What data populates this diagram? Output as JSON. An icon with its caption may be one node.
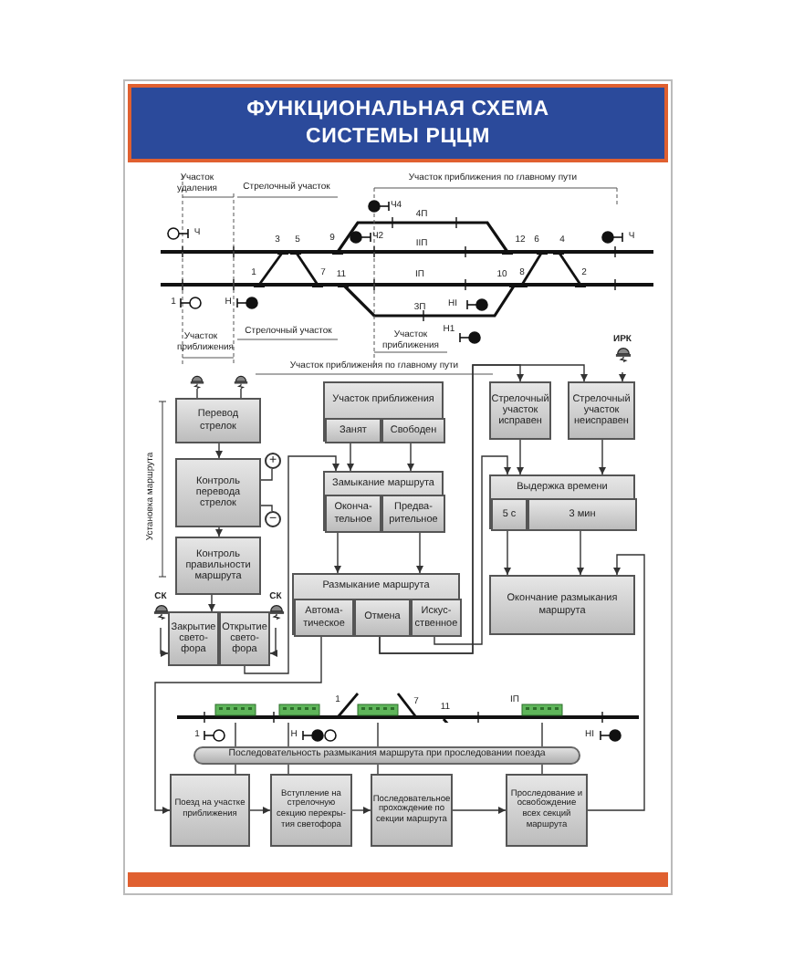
{
  "diagram": {
    "title": "ФУНКЦИОНАЛЬНАЯ СХЕМА СИСТЕМЫ РЦЦМ",
    "nodes": [
      {
        "text": [
          "Перевод стрелок"
        ]
      },
      {
        "text": [
          "Контроль перевода стрелок"
        ]
      },
      {
        "text": [
          "+"
        ]
      },
      {
        "text": [
          "−"
        ]
      },
      {
        "text": [
          "Контроль правильности маршрута"
        ]
      },
      {
        "text": [
          "СК"
        ]
      },
      {
        "text": [
          "СК"
        ]
      },
      {
        "text": [
          "Закрытие свето- фора"
        ]
      },
      {
        "text": [
          "Открытие свето- фора"
        ]
      },
      {
        "text": [
          "Участок приближения"
        ]
      },
      {
        "text": [
          "Занят"
        ],
        "in": 9
      },
      {
        "text": [
          "Свободен"
        ],
        "in": 9
      },
      {
        "text": [
          "Замыкание маршрута"
        ]
      },
      {
        "text": [
          "Оконча- тельное"
        ],
        "in": 12
      },
      {
        "text": [
          "Предва- рительное"
        ],
        "in": 12
      },
      {
        "text": [
          "Размыкание маршрута"
        ]
      },
      {
        "text": [
          "Автома- тическое"
        ],
        "in": 15
      },
      {
        "text": [
          "Отмена"
        ],
        "in": 15
      },
      {
        "text": [
          "Искус- ственное"
        ],
        "in": 15
      },
      {
        "text": [
          "ИРК"
        ]
      },
      {
        "text": [
          "Стрелочный участок исправен"
        ]
      },
      {
        "text": [
          "Стрелочный участок неисправен"
        ]
      },
      {
        "text": [
          "Выдержка времени"
        ]
      },
      {
        "text": [
          "5 с"
        ],
        "in": 22
      },
      {
        "text": [
          "3 мин"
        ],
        "in": 22
      },
      {
        "text": [
          "Окончание размыкания маршрута"
        ]
      },
      {
        "text": [
          "Последовательность размыкания маршрута при проследовании поезда"
        ]
      },
      {
        "text": [
          "Поезд на участке приближения"
        ]
      },
      {
        "text": [
          "Вступление на стрелочную секцию перекры- тия светофора"
        ]
      },
      {
        "text": [
          "Последовательное прохождение по секции маршрута"
        ]
      },
      {
        "text": [
          "Проследование и освобождение всех секций маршрута"
        ]
      },
      {
        "text": [],
        "shape": "track"
      }
    ],
    "edges": [
      {
        "from": 0,
        "to": 1,
        "arrow": "to"
      },
      {
        "from": 1,
        "to": 4,
        "arrow": "to"
      },
      {
        "from": 1,
        "to": 2,
        "arrow": "none"
      },
      {
        "from": 1,
        "to": 3,
        "arrow": "none"
      },
      {
        "from": 4,
        "to": 7,
        "arrow": "to"
      },
      {
        "from": 5,
        "to": 7,
        "arrow": "to"
      },
      {
        "from": 6,
        "to": 8,
        "arrow": "to"
      },
      {
        "from": 10,
        "to": 12,
        "arrow": "to"
      },
      {
        "from": 11,
        "to": 12,
        "arrow": "to"
      },
      {
        "from": 8,
        "to": 12,
        "arrow": "to"
      },
      {
        "from": 13,
        "to": 15,
        "arrow": "to"
      },
      {
        "from": 14,
        "to": 15,
        "arrow": "to"
      },
      {
        "from": 17,
        "to": 20,
        "arrow": "to"
      },
      {
        "from": 17,
        "to": 21,
        "arrow": "to"
      },
      {
        "from": 18,
        "to": 22,
        "arrow": "to"
      },
      {
        "from": 19,
        "to": 21,
        "arrow": "to"
      },
      {
        "from": 20,
        "to": 22,
        "arrow": "to"
      },
      {
        "from": 21,
        "to": 22,
        "arrow": "to"
      },
      {
        "from": 23,
        "to": 25,
        "arrow": "to"
      },
      {
        "from": 24,
        "to": 25,
        "arrow": "to"
      },
      {
        "from": 16,
        "to": 27,
        "arrow": "to"
      },
      {
        "from": 27,
        "to": 28,
        "arrow": "to"
      },
      {
        "from": 28,
        "to": 29,
        "arrow": "to"
      },
      {
        "from": 29,
        "to": 30,
        "arrow": "to"
      },
      {
        "from": 30,
        "to": 25,
        "arrow": "to"
      },
      {
        "from": 26,
        "to": 27,
        "arrow": "none"
      },
      {
        "from": 26,
        "to": 28,
        "arrow": "none"
      },
      {
        "from": 26,
        "to": 29,
        "arrow": "none"
      },
      {
        "from": 26,
        "to": 30,
        "arrow": "none"
      },
      {
        "from": 31,
        "to": 26,
        "arrow": "none"
      },
      {
        "from": 31,
        "to": 26,
        "arrow": "none"
      },
      {
        "from": 31,
        "to": 26,
        "arrow": "none"
      },
      {
        "from": 31,
        "to": 26,
        "arrow": "none"
      }
    ],
    "labels": [
      "Участок удаления",
      "Стрелочный участок",
      "Участок приближения по главному пути",
      "Ч4",
      "4П",
      "Ч",
      "9",
      "Ч2",
      "IIП",
      "3",
      "5",
      "12",
      "6",
      "4",
      "Ч",
      "1",
      "7",
      "11",
      "IП",
      "10",
      "8",
      "2",
      "1",
      "Н",
      "НI",
      "3П",
      "Участок приближения",
      "Стрелочный участок",
      "Участок приближения",
      "Н1",
      "Участок приближения по главному пути",
      "Установка маршрута",
      "1",
      "7",
      "11",
      "IП",
      "1",
      "Н",
      "НI"
    ]
  }
}
